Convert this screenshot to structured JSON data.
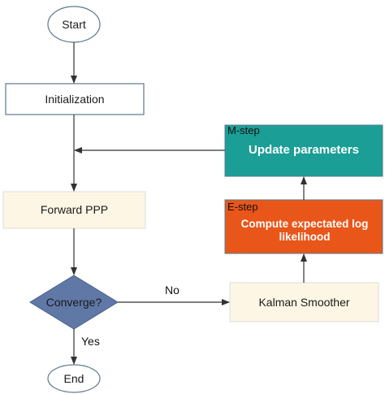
{
  "nodes": {
    "start": "Start",
    "initialization": "Initialization",
    "forward": "Forward PPP",
    "converge": "Converge?",
    "end": "End",
    "kalman": "Kalman Smoother",
    "estep_tag": "E-step",
    "estep_text": "Compute expectated log likelihood",
    "mstep_tag": "M-step",
    "mstep_text": "Update parameters"
  },
  "edges": {
    "no": "No",
    "yes": "Yes"
  },
  "colors": {
    "mstep_fill": "#1a9e96",
    "estep_fill": "#e9561a",
    "cream_fill": "#fdf6e4",
    "diamond_fill": "#5f78a6",
    "outline": "#5b7a8c",
    "line": "#333333"
  }
}
